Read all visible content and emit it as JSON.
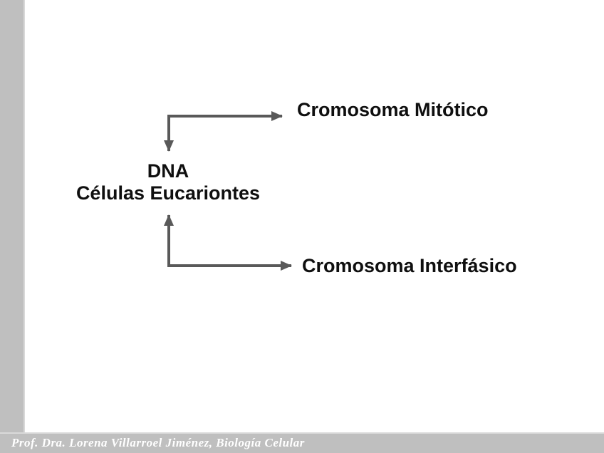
{
  "slide": {
    "diagram": {
      "root_label_line1": "DNA",
      "root_label_line2": "Células Eucariontes",
      "branches": [
        {
          "label": "Cromosoma Mitótico"
        },
        {
          "label": "Cromosoma Interfásico"
        }
      ]
    },
    "footer": {
      "credit": "Prof. Dra. Lorena Villarroel Jiménez, Biología Celular"
    }
  },
  "colors": {
    "bar_gray": "#bfbfbf",
    "edge_gray": "#d9d9d9",
    "arrow_gray": "#595959",
    "ink": "#0f0f0f",
    "footer_ink": "#ffffff",
    "slide_bg": "#ffffff"
  }
}
